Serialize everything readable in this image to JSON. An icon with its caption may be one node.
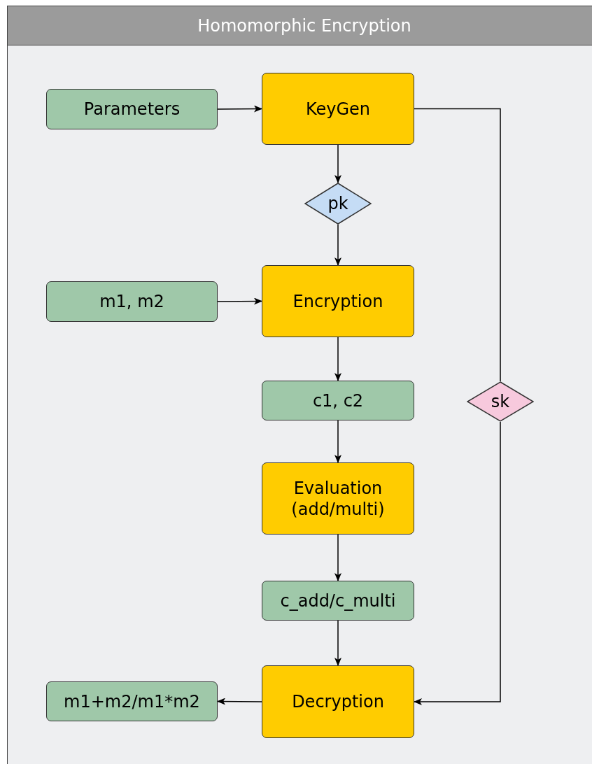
{
  "diagram": {
    "nodes": [
      {
        "text": [
          "Homomorphic Encryption"
        ]
      },
      {
        "text": [
          "Parameters"
        ],
        "in": 0
      },
      {
        "text": [
          "KeyGen"
        ],
        "in": 0
      },
      {
        "text": [
          "pk"
        ],
        "in": 0
      },
      {
        "text": [
          "m1, m2"
        ],
        "in": 0
      },
      {
        "text": [
          "Encryption"
        ],
        "in": 0
      },
      {
        "text": [
          "c1, c2"
        ],
        "in": 0
      },
      {
        "text": [
          "sk"
        ],
        "in": 0
      },
      {
        "text": [
          "Evaluation (add/multi)"
        ],
        "in": 0
      },
      {
        "text": [
          "c_add/c_multi"
        ],
        "in": 0
      },
      {
        "text": [
          "m1+m2/m1*m2"
        ],
        "in": 0
      },
      {
        "text": [
          "Decryption"
        ],
        "in": 0
      }
    ],
    "edges": [
      {
        "from": 1,
        "to": 2,
        "arrow": "to"
      },
      {
        "from": 2,
        "to": 3,
        "arrow": "to"
      },
      {
        "from": 3,
        "to": 5,
        "arrow": "to"
      },
      {
        "from": 4,
        "to": 5,
        "arrow": "to"
      },
      {
        "from": 5,
        "to": 6,
        "arrow": "to"
      },
      {
        "from": 6,
        "to": 8,
        "arrow": "to"
      },
      {
        "from": 8,
        "to": 9,
        "arrow": "to"
      },
      {
        "from": 9,
        "to": 11,
        "arrow": "to"
      },
      {
        "from": 11,
        "to": 10,
        "arrow": "to"
      },
      {
        "from": 2,
        "to": 7,
        "arrow": "none"
      },
      {
        "from": 7,
        "to": 11,
        "arrow": "to"
      }
    ]
  }
}
